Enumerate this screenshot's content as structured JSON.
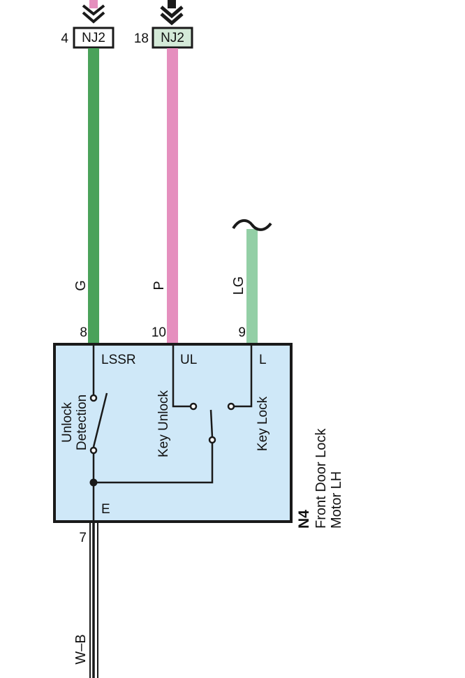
{
  "connectors": [
    {
      "pin": "4",
      "code": "NJ2"
    },
    {
      "pin": "18",
      "code": "NJ2"
    }
  ],
  "wires": [
    {
      "pin": "8",
      "color_code": "G",
      "terminal": "LSSR",
      "hex": "#4aa25a"
    },
    {
      "pin": "10",
      "color_code": "P",
      "terminal": "UL",
      "hex": "#e58fbe"
    },
    {
      "pin": "9",
      "color_code": "LG",
      "terminal": "L",
      "hex": "#93cfa6"
    }
  ],
  "ground": {
    "pin": "7",
    "terminal": "E",
    "color_code": "W–B"
  },
  "switches": {
    "unlock_line1": "Unlock",
    "unlock_line2": "Detection",
    "key_unlock": "Key Unlock",
    "key_lock": "Key Lock"
  },
  "component": {
    "code": "N4",
    "name_line1": "Front Door Lock",
    "name_line2": "Motor LH",
    "fill": "#cfe8f8"
  },
  "colors": {
    "connector_highlight": "#d4ead8",
    "outline": "#1a1a1a"
  }
}
